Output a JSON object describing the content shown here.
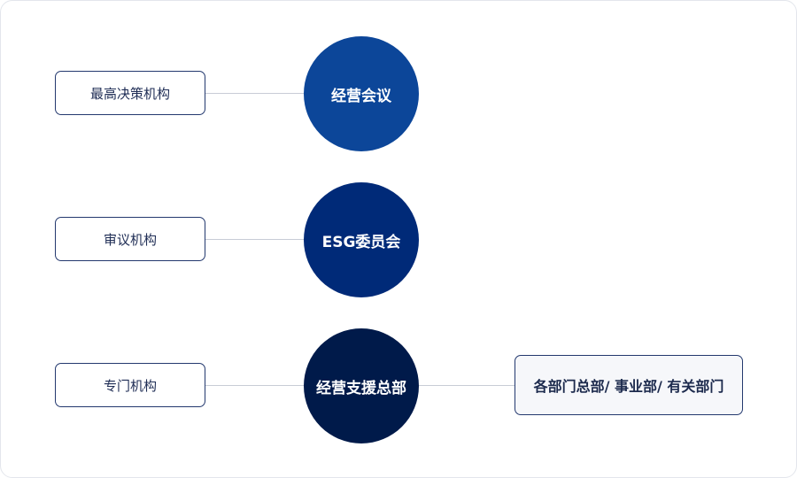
{
  "levels": [
    {
      "label": "最高决策机构",
      "body": "经营会议"
    },
    {
      "label": "审议机构",
      "body": "ESG委员会"
    },
    {
      "label": "专门机构",
      "body": "经营支援总部"
    }
  ],
  "departments": "各部门总部/ 事业部/ 有关部门",
  "colors": {
    "body_1": "#0c4699",
    "body_2": "#002a78",
    "body_3": "#001a4a",
    "border": "#23386e"
  }
}
